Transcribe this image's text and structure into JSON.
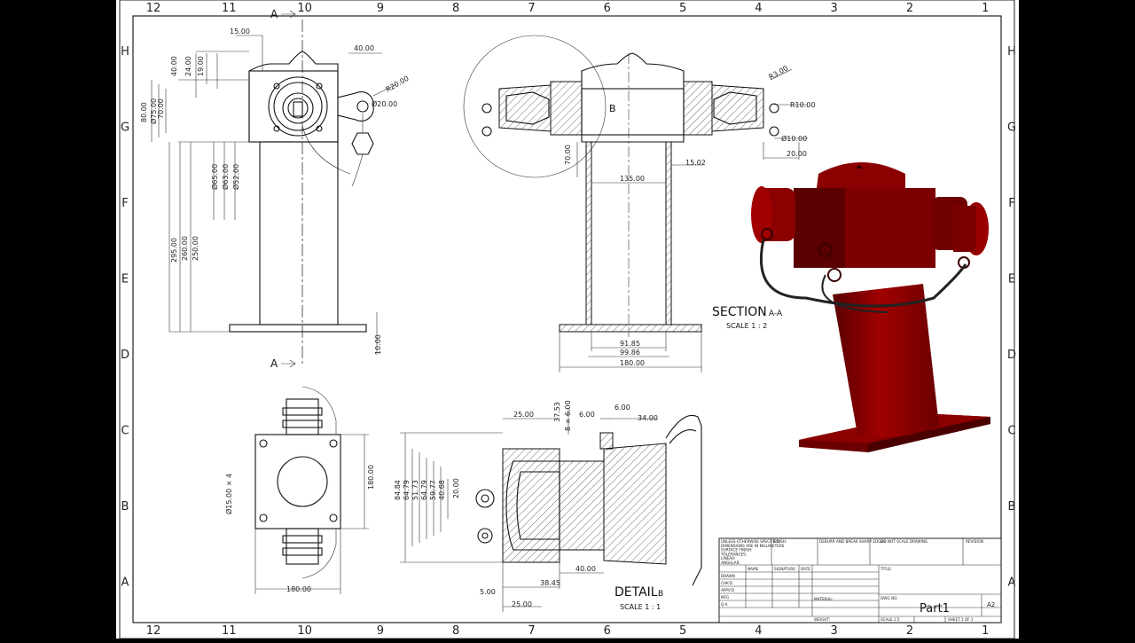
{
  "sheet": {
    "zone_columns": [
      "12",
      "11",
      "10",
      "9",
      "8",
      "7",
      "6",
      "5",
      "4",
      "3",
      "2",
      "1"
    ],
    "zone_rows": [
      "H",
      "G",
      "F",
      "E",
      "D",
      "C",
      "B",
      "A"
    ]
  },
  "section_markers": {
    "top": "A",
    "bottom": "A"
  },
  "front_view_dims": [
    "15.00",
    "40.00",
    "40.00",
    "24.00",
    "19.00",
    "R20.00",
    "Ø20.00",
    "80.00",
    "Ø75.00",
    "70.00",
    "Ø65.00",
    "Ø63.00",
    "Ø52.00",
    "295.00",
    "260.00",
    "250.00",
    "10.00"
  ],
  "section_view_dims": [
    "R3.00",
    "R10.00",
    "Ø10.00",
    "20.00",
    "70.00",
    "135.00",
    "15.02",
    "91.85",
    "99.86",
    "180.00"
  ],
  "section_label": {
    "title": "SECTION",
    "suffix": "A-A",
    "scale": "SCALE 1 : 2"
  },
  "detail_circle_label": "B",
  "top_view_dims": [
    "Ø15.00 ⨯ 4",
    "180.00",
    "180.00"
  ],
  "detail_view_dims": [
    "25.00",
    "37.53",
    "8 ⨯ 6.00",
    "6.00",
    "6.00",
    "34.00",
    "84.84",
    "64.79",
    "51.73",
    "64.79",
    "59.77",
    "40.68",
    "20.00",
    "40.00",
    "38.45",
    "5.00",
    "25.00"
  ],
  "detail_label": {
    "title": "DETAIL",
    "suffix": "B",
    "scale": "SCALE 1 : 1"
  },
  "title_block": {
    "notes": [
      "UNLESS OTHERWISE SPECIFIED:",
      "DIMENSIONS ARE IN MILLIMETERS",
      "SURFACE FINISH:",
      "TOLERANCES:",
      "LINEAR:",
      "ANGULAR:"
    ],
    "finish": "FINISH:",
    "deburr": "DEBURR AND BREAK SHARP EDGES",
    "do_not_scale": "DO NOT SCALE DRAWING",
    "revision": "REVISION",
    "headers": [
      "NAME",
      "SIGNATURE",
      "DATE"
    ],
    "roles": [
      "DRAWN",
      "CHK'D",
      "APPV'D",
      "MFG",
      "Q.A"
    ],
    "title_field": "TITLE:",
    "material": "MATERIAL:",
    "dwg_no": "DWG NO.",
    "part_name": "Part1",
    "sheet_size": "A2",
    "weight": "WEIGHT:",
    "scale": "SCALE:1:5",
    "sheet": "SHEET 1 OF 1"
  },
  "colors": {
    "render": "#8b0000",
    "render_dark": "#5a0000",
    "hose": "#222222"
  }
}
